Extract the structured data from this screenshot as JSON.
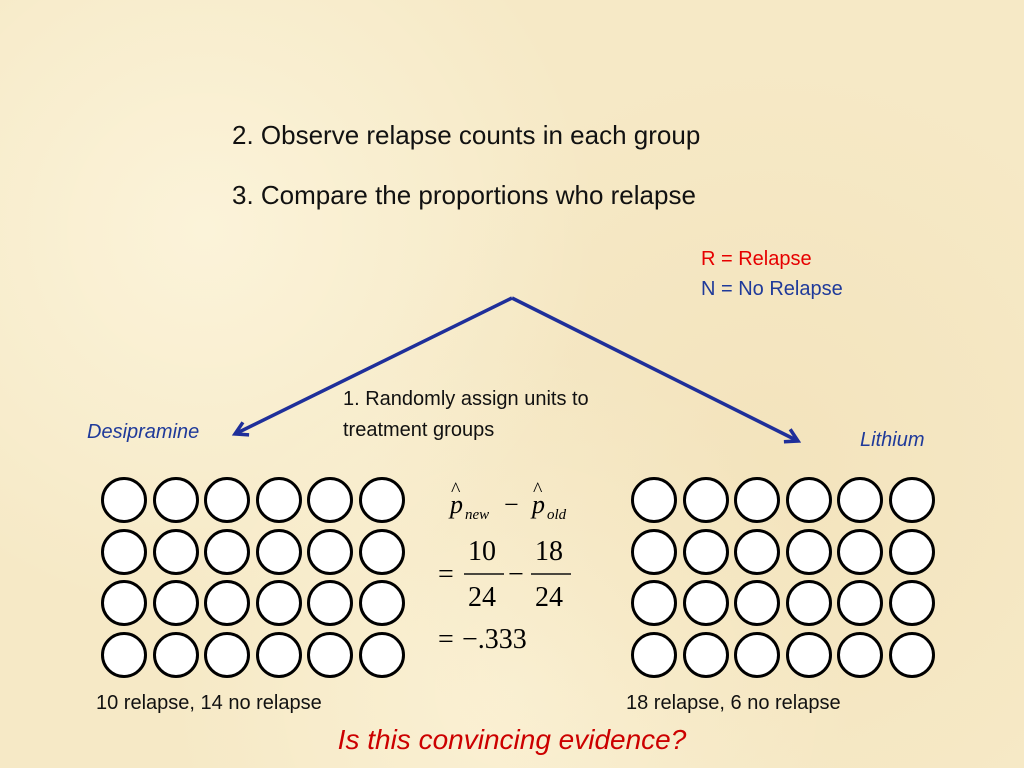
{
  "steps": {
    "step2": "2.  Observe relapse counts in each group",
    "step3": "3.  Compare the proportions who relapse"
  },
  "legend": {
    "relapse": "R = Relapse",
    "no_relapse": "N = No Relapse"
  },
  "assignment": {
    "line1": "1. Randomly assign units to",
    "line2": "treatment groups"
  },
  "groups": {
    "desipramine": {
      "label": "Desipramine",
      "summary": "10 relapse, 14 no relapse",
      "relapse": 10,
      "no_relapse": 14,
      "rows": 4,
      "cols": 6
    },
    "lithium": {
      "label": "Lithium",
      "summary": "18 relapse, 6 no relapse",
      "relapse": 18,
      "no_relapse": 6,
      "rows": 4,
      "cols": 6
    }
  },
  "formula": {
    "p": "p",
    "hat": "^",
    "sub_new": "new",
    "sub_old": "old",
    "minus": "−",
    "equals": "=",
    "num1": "10",
    "den1": "24",
    "num2": "18",
    "den2": "24",
    "result": "−.333"
  },
  "question": "Is this convincing evidence?",
  "colors": {
    "arrow": "#1f2f9a",
    "relapse": "#e60000",
    "no_relapse": "#1f3a9a",
    "question": "#cc0000"
  }
}
